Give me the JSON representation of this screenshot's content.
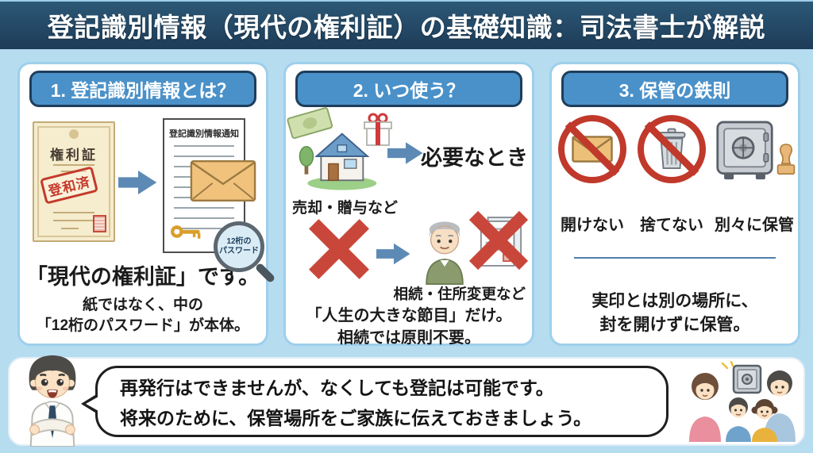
{
  "header": {
    "title": "登記識別情報（現代の権利証）の基礎知識：司法書士が解説"
  },
  "panel1": {
    "title": "1. 登記識別情報とは？",
    "old_deed": {
      "title": "権利証",
      "stamp": "登和済"
    },
    "new_doc": {
      "title": "登記識別情報通知",
      "magnifier_line1": "12桁の",
      "magnifier_line2": "パスワード"
    },
    "headline": "「現代の権利証」です。",
    "sub_line1": "紙ではなく、中の",
    "sub_line2": "「12桁のパスワード」が本体。"
  },
  "panel2": {
    "title": "2. いつ使う？",
    "row1": {
      "caption": "売却・贈与など",
      "result": "必要なとき"
    },
    "row2": {
      "caption": "相続・住所変更など"
    },
    "sub_line1": "「人生の大きな節目」だけ。",
    "sub_line2": "相続では原則不要。"
  },
  "panel3": {
    "title": "3. 保管の鉄則",
    "items": [
      {
        "label": "開けない"
      },
      {
        "label": "捨てない"
      },
      {
        "label": "別々に保管"
      }
    ],
    "sub_line1": "実印とは別の場所に、",
    "sub_line2": "封を開けずに保管。"
  },
  "footer": {
    "speech_line1": "再発行はできませんが、なくしても登記は可能です。",
    "speech_line2": "将来のために、保管場所をご家族に伝えておきましょう。"
  },
  "colors": {
    "background": "#b6dcf0",
    "header_navy": "#1e3e5c",
    "pill_blue": "#4a91c9",
    "panel_border": "#9ecfeb",
    "arrow_blue": "#5d8ab5",
    "alert_red": "#c0392b",
    "paper_cream": "#f6ecce",
    "envelope_orange": "#f0c27c"
  }
}
